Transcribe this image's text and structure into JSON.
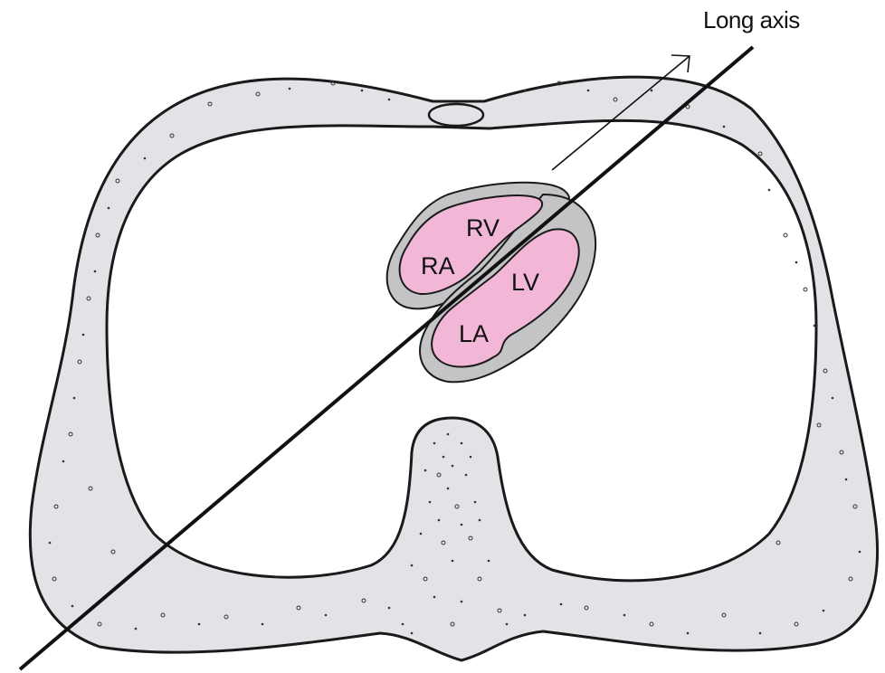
{
  "axis_label": "Long axis",
  "chambers": {
    "rv": "RV",
    "ra": "RA",
    "lv": "LV",
    "la": "LA"
  },
  "colors": {
    "tissue": "#e4e2e6",
    "outline": "#1a1a1a",
    "pericardium": "#c4c4c6",
    "chamber": "#f2b6d7",
    "background": "#ffffff"
  }
}
